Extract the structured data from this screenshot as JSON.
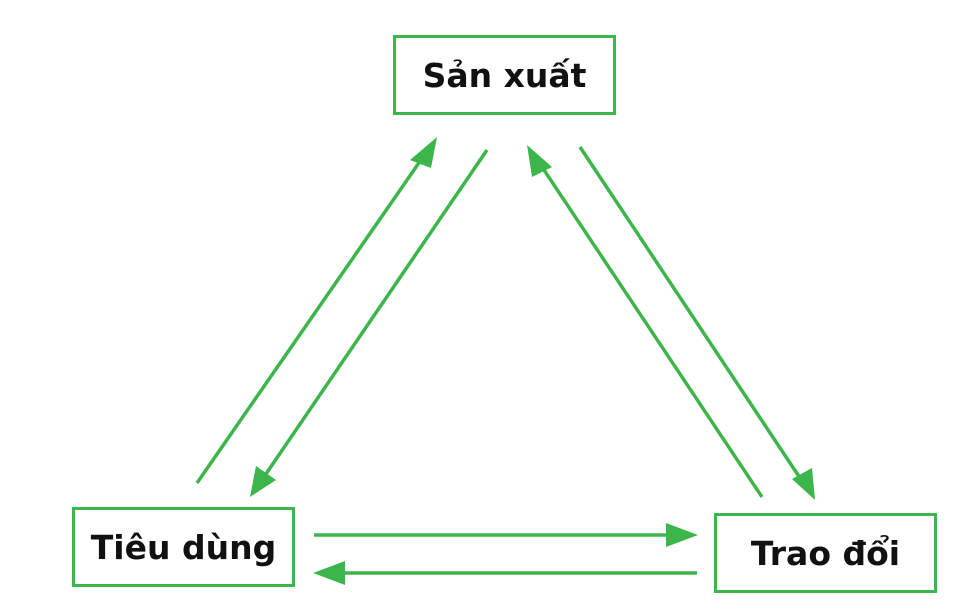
{
  "nodes": {
    "production": "Sản xuất",
    "consumption": "Tiêu dùng",
    "exchange": "Trao đổi"
  },
  "colors": {
    "accent": "#3cb54a"
  }
}
